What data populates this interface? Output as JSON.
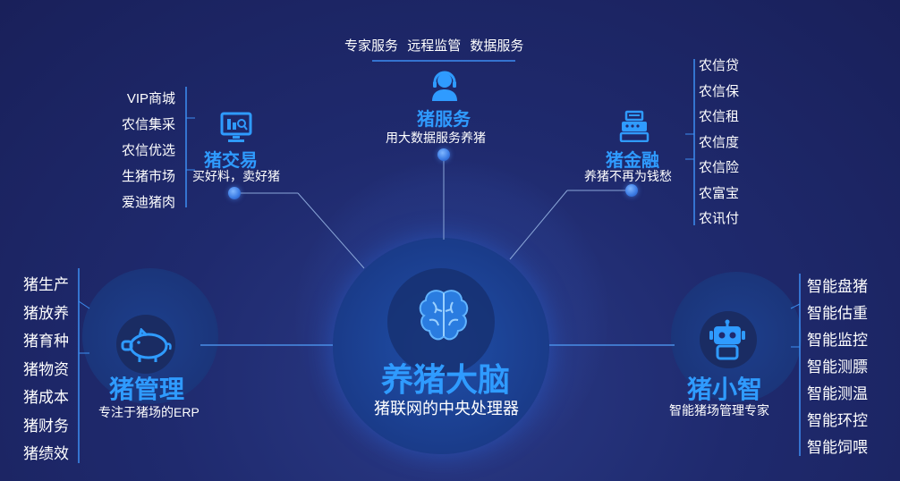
{
  "center": {
    "title": "养猪大脑",
    "subtitle": "猪联网的中央处理器"
  },
  "service": {
    "title": "猪服务",
    "subtitle": "用大数据服务养猪",
    "top_items": [
      "专家服务",
      "远程监管",
      "数据服务"
    ]
  },
  "trade": {
    "title": "猪交易",
    "subtitle": "买好料，卖好猪",
    "items": [
      "VIP商城",
      "农信集采",
      "农信优选",
      "生猪市场",
      "爱迪猪肉"
    ]
  },
  "finance": {
    "title": "猪金融",
    "subtitle": "养猪不再为钱愁",
    "items": [
      "农信贷",
      "农信保",
      "农信租",
      "农信度",
      "农信险",
      "农富宝",
      "农讯付"
    ]
  },
  "management": {
    "title": "猪管理",
    "subtitle": "专注于猪场的ERP",
    "items": [
      "猪生产",
      "猪放养",
      "猪育种",
      "猪物资",
      "猪成本",
      "猪财务",
      "猪绩效"
    ]
  },
  "smart": {
    "title": "猪小智",
    "subtitle": "智能猪场管理专家",
    "items": [
      "智能盘猪",
      "智能估重",
      "智能监控",
      "智能测膘",
      "智能测温",
      "智能环控",
      "智能饲喂"
    ]
  },
  "colors": {
    "accent": "#2f9bff",
    "background": "#1f2a6e"
  },
  "icons": {
    "center": "brain-icon",
    "service": "support-agent-icon",
    "trade": "monitor-chart-icon",
    "finance": "cashier-icon",
    "management": "pig-icon",
    "smart": "robot-icon"
  }
}
